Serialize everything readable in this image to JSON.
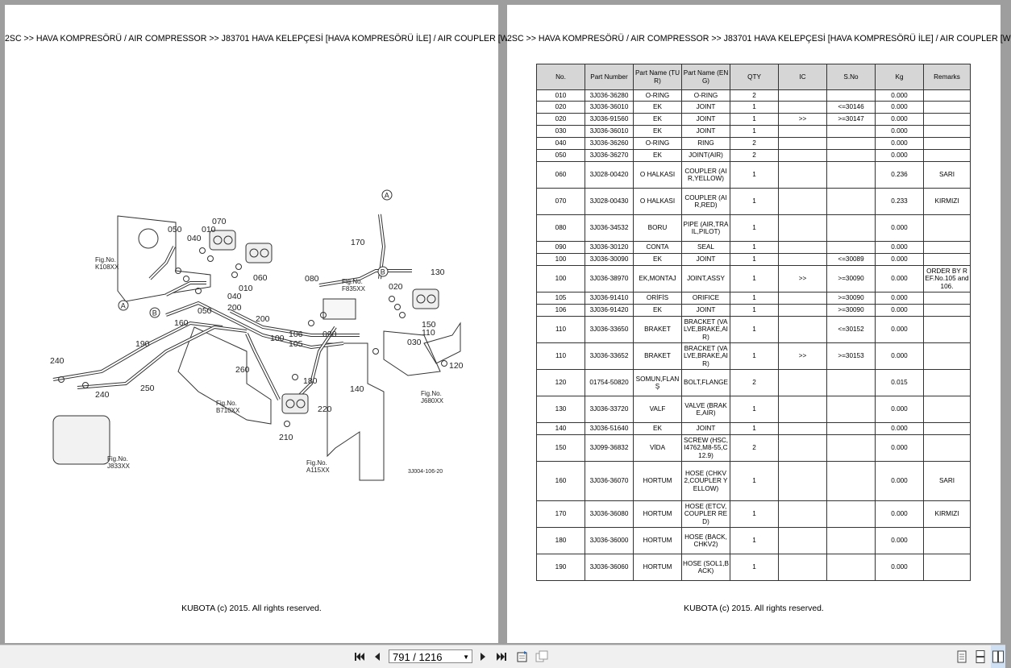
{
  "breadcrumb": "2SC >> HAVA KOMPRESÖRÜ / AIR COMPRESSOR >> J83701   HAVA KELEPÇESİ [HAVA KOMPRESÖRÜ İLE] / AIR COUPLER [W",
  "footer": "KUBOTA (c) 2015. All rights reserved.",
  "diagram": {
    "code": "3J004-106-20",
    "figrefs": [
      [
        "Fig.No.",
        "K108XX"
      ],
      [
        "Fig.No.",
        "F835XX"
      ],
      [
        "Fig.No.",
        "B710XX"
      ],
      [
        "Fig.No.",
        "J680XX"
      ],
      [
        "Fig.No.",
        "J833XX"
      ],
      [
        "Fig.No.",
        "A115XX"
      ]
    ],
    "circle_labels": [
      "A",
      "B",
      "A",
      "B"
    ],
    "part_numbers": [
      "050",
      "010",
      "070",
      "040",
      "060",
      "040",
      "010",
      "050",
      "160",
      "200",
      "080",
      "170",
      "130",
      "020",
      "150",
      "110",
      "030",
      "200",
      "100",
      "106",
      "105",
      "090",
      "190",
      "240",
      "240",
      "250",
      "260",
      "180",
      "220",
      "210",
      "140",
      "120"
    ]
  },
  "table": {
    "headers": [
      "No.",
      "Part Number",
      "Part Name (TUR)",
      "Part Name (ENG)",
      "QTY",
      "IC",
      "S.No",
      "Kg",
      "Remarks"
    ],
    "rows": [
      [
        "010",
        "3J036-36280",
        "O-RING",
        "O-RING",
        "2",
        "",
        "",
        "0.000",
        ""
      ],
      [
        "020",
        "3J036-36010",
        "EK",
        "JOINT",
        "1",
        "",
        "<=30146",
        "0.000",
        ""
      ],
      [
        "020",
        "3J036-91560",
        "EK",
        "JOINT",
        "1",
        ">>",
        ">=30147",
        "0.000",
        ""
      ],
      [
        "030",
        "3J036-36010",
        "EK",
        "JOINT",
        "1",
        "",
        "",
        "0.000",
        ""
      ],
      [
        "040",
        "3J036-36260",
        "O-RING",
        "RING",
        "2",
        "",
        "",
        "0.000",
        ""
      ],
      [
        "050",
        "3J036-36270",
        "EK",
        "JOINT(AIR)",
        "2",
        "",
        "",
        "0.000",
        ""
      ],
      [
        "060",
        "3J028-00420",
        "O HALKASI",
        "COUPLER (AIR,YELLOW)",
        "1",
        "",
        "",
        "0.236",
        "SARI"
      ],
      [
        "070",
        "3J028-00430",
        "O HALKASI",
        "COUPLER (AIR,RED)",
        "1",
        "",
        "",
        "0.233",
        "KIRMIZI"
      ],
      [
        "080",
        "3J036-34532",
        "BORU",
        "PIPE (AIR,TRAIL,PILOT)",
        "1",
        "",
        "",
        "0.000",
        ""
      ],
      [
        "090",
        "3J036-30120",
        "CONTA",
        "SEAL",
        "1",
        "",
        "",
        "0.000",
        ""
      ],
      [
        "100",
        "3J036-30090",
        "EK",
        "JOINT",
        "1",
        "",
        "<=30089",
        "0.000",
        ""
      ],
      [
        "100",
        "3J036-38970",
        "EK,MONTAJ",
        "JOINT,ASSY",
        "1",
        ">>",
        ">=30090",
        "0.000",
        "ORDER BY REF.No.105 and 106."
      ],
      [
        "105",
        "3J036-91410",
        "ORİFİS",
        "ORIFICE",
        "1",
        "",
        ">=30090",
        "0.000",
        ""
      ],
      [
        "106",
        "3J036-91420",
        "EK",
        "JOINT",
        "1",
        "",
        ">=30090",
        "0.000",
        ""
      ],
      [
        "110",
        "3J036-33650",
        "BRAKET",
        "BRACKET (VALVE,BRAKE,AIR)",
        "1",
        "",
        "<=30152",
        "0.000",
        ""
      ],
      [
        "110",
        "3J036-33652",
        "BRAKET",
        "BRACKET (VALVE,BRAKE,AIR)",
        "1",
        ">>",
        ">=30153",
        "0.000",
        ""
      ],
      [
        "120",
        "01754-50820",
        "SOMUN,FLANŞ",
        "BOLT,FLANGE",
        "2",
        "",
        "",
        "0.015",
        ""
      ],
      [
        "130",
        "3J036-33720",
        "VALF",
        "VALVE (BRAKE,AIR)",
        "1",
        "",
        "",
        "0.000",
        ""
      ],
      [
        "140",
        "3J036-51640",
        "EK",
        "JOINT",
        "1",
        "",
        "",
        "0.000",
        ""
      ],
      [
        "150",
        "3J099-36832",
        "VİDA",
        "SCREW (HSC,I4762,M8-55,C12.9)",
        "2",
        "",
        "",
        "0.000",
        ""
      ],
      [
        "160",
        "3J036-36070",
        "HORTUM",
        "HOSE (CHKV2,COUPLER YELLOW)",
        "1",
        "",
        "",
        "0.000",
        "SARI"
      ],
      [
        "170",
        "3J036-36080",
        "HORTUM",
        "HOSE (ETCV,COUPLER RED)",
        "1",
        "",
        "",
        "0.000",
        "KIRMIZI"
      ],
      [
        "180",
        "3J036-36000",
        "HORTUM",
        "HOSE (BACK,CHKV2)",
        "1",
        "",
        "",
        "0.000",
        ""
      ],
      [
        "190",
        "3J036-36060",
        "HORTUM",
        "HOSE (SOL1,BACK)",
        "1",
        "",
        "",
        "0.000",
        ""
      ]
    ]
  },
  "toolbar": {
    "page_indicator": "791 / 1216",
    "icons": [
      "first-page-icon",
      "prev-page-icon",
      "next-page-icon",
      "last-page-icon",
      "rotate-icon",
      "fit-icon",
      "single-page-view-icon",
      "continuous-view-icon",
      "two-page-view-icon"
    ]
  }
}
